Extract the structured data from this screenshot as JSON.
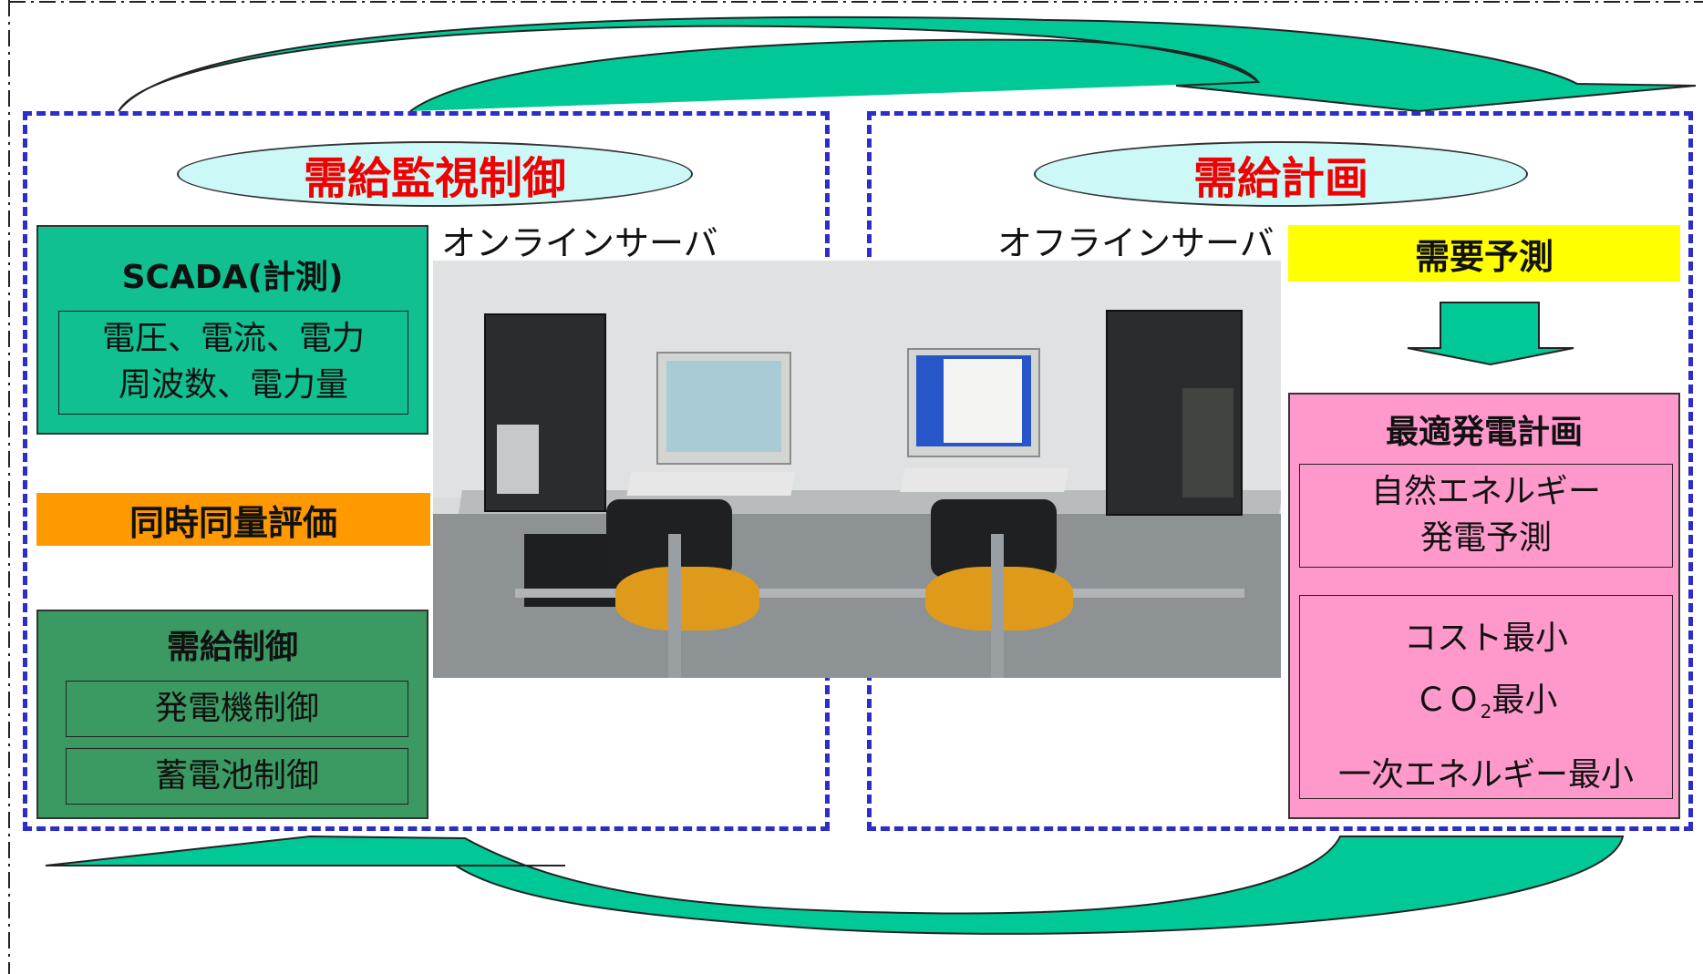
{
  "panels": {
    "left": {
      "title": "需給監視制御",
      "server_label": "オンラインサーバ"
    },
    "right": {
      "title": "需給計画",
      "server_label": "オフラインサーバ"
    }
  },
  "scada": {
    "title": "SCADA(計測)",
    "lines": [
      "電圧、電流、電力",
      "周波数、電力量"
    ]
  },
  "eval_bar": "同時同量評価",
  "control": {
    "title": "需給制御",
    "items": [
      "発電機制御",
      "蓄電池制御"
    ]
  },
  "forecast_bar": "需要予測",
  "plan": {
    "title": "最適発電計画",
    "renewable": [
      "自然エネルギー",
      "発電予測"
    ],
    "objectives": [
      "コスト最小",
      "ＣＯ",
      "2",
      "最小",
      "一次エネルギー最小"
    ]
  },
  "colors": {
    "panel_border": "#2d2dc8",
    "cycle_arrow": "#00c896",
    "title_red": "#f00000",
    "ellipse_fill": "#ccf8f8",
    "scada_green": "#10c090",
    "control_green": "#3a9a62",
    "eval_orange": "#ff9900",
    "forecast_yellow": "#ffff00",
    "plan_pink": "#ff99cc"
  }
}
